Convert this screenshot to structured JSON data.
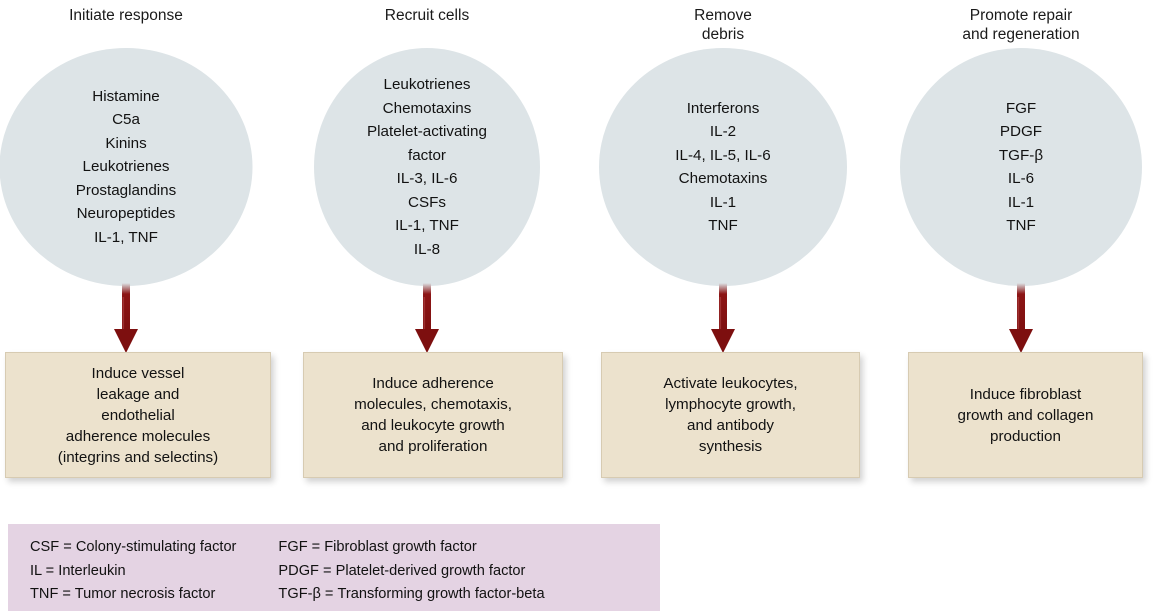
{
  "colors": {
    "circle_fill": "#dde4e7",
    "box_fill": "#ece2cd",
    "legend_fill": "#e4d3e3",
    "arrow": "#8c1515",
    "text": "#111111",
    "background": "#ffffff"
  },
  "columns": [
    {
      "heading": "Initiate response",
      "mediators": [
        "Histamine",
        "C5a",
        "Kinins",
        "Leukotrienes",
        "Prostaglandins",
        "Neuropeptides",
        "IL-1, TNF"
      ],
      "outcome": "Induce vessel\nleakage and\nendothelial\nadherence molecules\n(integrins and selectins)"
    },
    {
      "heading": "Recruit cells",
      "mediators": [
        "Leukotrienes",
        "Chemotaxins",
        "Platelet-activating\nfactor",
        "IL-3, IL-6",
        "CSFs",
        "IL-1, TNF",
        "IL-8"
      ],
      "outcome": "Induce adherence\nmolecules, chemotaxis,\nand leukocyte growth\nand proliferation"
    },
    {
      "heading": "Remove\ndebris",
      "mediators": [
        "Interferons",
        "IL-2",
        "IL-4, IL-5, IL-6",
        "Chemotaxins",
        "IL-1",
        "TNF"
      ],
      "outcome": "Activate leukocytes,\nlymphocyte growth,\nand antibody\nsynthesis"
    },
    {
      "heading": "Promote repair\nand regeneration",
      "mediators": [
        "FGF",
        "PDGF",
        "TGF-β",
        "IL-6",
        "IL-1",
        "TNF"
      ],
      "outcome": "Induce fibroblast\ngrowth and collagen\nproduction"
    }
  ],
  "legend": {
    "left_column": [
      "CSF = Colony-stimulating factor",
      "IL = Interleukin",
      "TNF = Tumor necrosis factor"
    ],
    "right_column": [
      "FGF = Fibroblast growth factor",
      "PDGF = Platelet-derived growth factor",
      "TGF-β = Transforming growth factor-beta"
    ]
  }
}
